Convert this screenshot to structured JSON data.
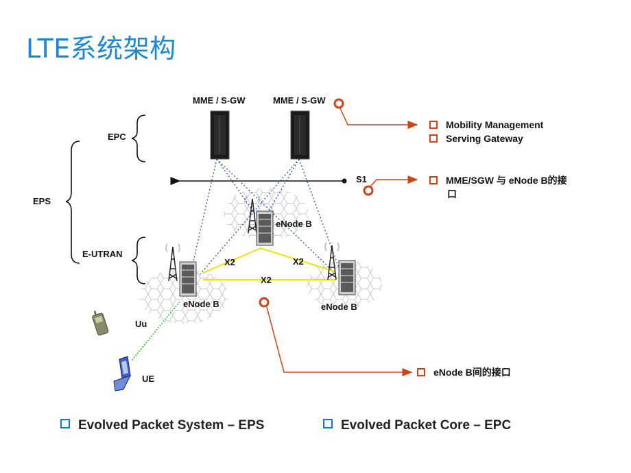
{
  "title": "LTE系统架构",
  "nodes": {
    "mme1": "MME / S-GW",
    "mme2": "MME / S-GW",
    "enb_top": "eNode B",
    "enb_left": "eNode B",
    "enb_right": "eNode B",
    "ue": "UE"
  },
  "brackets": {
    "epc": "EPC",
    "eps": "EPS",
    "eutran": "E-UTRAN"
  },
  "interfaces": {
    "s1": "S1",
    "x2_left": "X2",
    "x2_right": "X2",
    "x2_bottom": "X2",
    "uu": "Uu"
  },
  "annotations": {
    "mme_items": [
      "Mobility Management",
      "Serving Gateway"
    ],
    "s1_line1": "MME/SGW 与 eNode B的接",
    "s1_line2": "口",
    "x2_desc": "eNode B间的接口"
  },
  "bullets": [
    "Evolved Packet System – EPS",
    "Evolved Packet Core – EPC"
  ],
  "colors": {
    "title": "#1b87d5",
    "accent": "#d0431a",
    "link": "#1f4fb5",
    "x2": "#f2e200",
    "uu": "#2fbf3a",
    "bullet": "#1b6fd0"
  }
}
